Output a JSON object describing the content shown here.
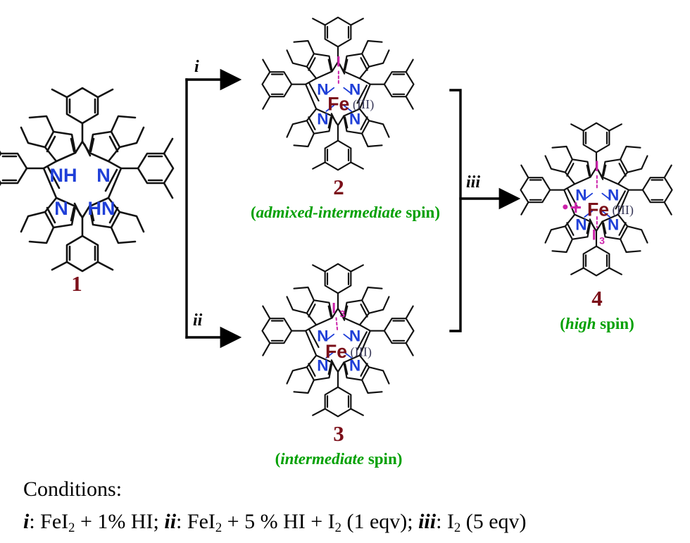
{
  "scheme": {
    "title_present": false,
    "colors": {
      "nitrogen": "#1f3fd8",
      "iron": "#7b0f19",
      "roman": "#3a3a5a",
      "iodine": "#cc22aa",
      "compound_number": "#7b0f19",
      "spin_label": "#00a000",
      "bond": "#121212",
      "background": "#ffffff"
    },
    "compounds": [
      {
        "id": "compound-1",
        "number": "1",
        "spin_label": null,
        "spin_label_italic": null,
        "spin_label_roman": null,
        "core_type": "free-base",
        "core_labels": [
          "NH",
          "N",
          "N",
          "HN"
        ],
        "metal": null,
        "oxidation": null,
        "axial_top": null,
        "axial_bottom": null,
        "radical_cation": false
      },
      {
        "id": "compound-2",
        "number": "2",
        "spin_label": "(admixed-intermediate spin)",
        "spin_label_italic": "admixed-intermediate",
        "spin_label_roman": "spin",
        "core_type": "metalated",
        "core_labels": [
          "N",
          "N",
          "N",
          "N"
        ],
        "metal": "Fe",
        "oxidation": "(III)",
        "axial_top": "I",
        "axial_bottom": null,
        "radical_cation": false
      },
      {
        "id": "compound-3",
        "number": "3",
        "spin_label": "(intermediate spin)",
        "spin_label_italic": "intermediate",
        "spin_label_roman": "spin",
        "core_type": "metalated",
        "core_labels": [
          "N",
          "N",
          "N",
          "N"
        ],
        "metal": "Fe",
        "oxidation": "(III)",
        "axial_top": "I3",
        "axial_top_base": "I",
        "axial_top_sub": "3",
        "axial_bottom": null,
        "radical_cation": false
      },
      {
        "id": "compound-4",
        "number": "4",
        "spin_label": "(high spin)",
        "spin_label_italic": "high",
        "spin_label_roman": "spin",
        "core_type": "metalated",
        "core_labels": [
          "N",
          "N",
          "N",
          "N"
        ],
        "metal": "Fe",
        "oxidation": "(III)",
        "axial_top": "I",
        "axial_bottom_base": "I",
        "axial_bottom_sub": "3",
        "radical_cation": true,
        "radical_symbol": "•",
        "charge_symbol": "+"
      }
    ],
    "arrows": [
      {
        "id": "arrow-i",
        "label": "i",
        "from": "compound-1",
        "to": "compound-2"
      },
      {
        "id": "arrow-ii",
        "label": "ii",
        "from": "compound-1",
        "to": "compound-3"
      },
      {
        "id": "arrow-iii",
        "label": "iii",
        "from": "bracket",
        "to": "compound-4"
      }
    ],
    "conditions": {
      "heading": "Conditions:",
      "line_parts": [
        {
          "type": "label",
          "text": "i"
        },
        {
          "type": "text",
          "text": ": FeI"
        },
        {
          "type": "sub",
          "text": "2"
        },
        {
          "type": "text",
          "text": " + 1% HI; "
        },
        {
          "type": "label",
          "text": "ii"
        },
        {
          "type": "text",
          "text": ": FeI"
        },
        {
          "type": "sub",
          "text": "2"
        },
        {
          "type": "text",
          "text": " + 5 % HI + I"
        },
        {
          "type": "sub",
          "text": "2"
        },
        {
          "type": "text",
          "text": " (1 eqv); "
        },
        {
          "type": "label",
          "text": "iii"
        },
        {
          "type": "text",
          "text": ": I"
        },
        {
          "type": "sub",
          "text": "2"
        },
        {
          "type": "text",
          "text": " (5 eqv)"
        }
      ],
      "plain_line": "i: FeI2 + 1% HI; ii: FeI2 + 5 % HI + I2 (1 eqv); iii: I2 (5 eqv)"
    },
    "substituents": {
      "meso": "3,5-dimethylphenyl",
      "beta": "ethyl",
      "beta_count": 8,
      "meso_count": 4
    }
  }
}
